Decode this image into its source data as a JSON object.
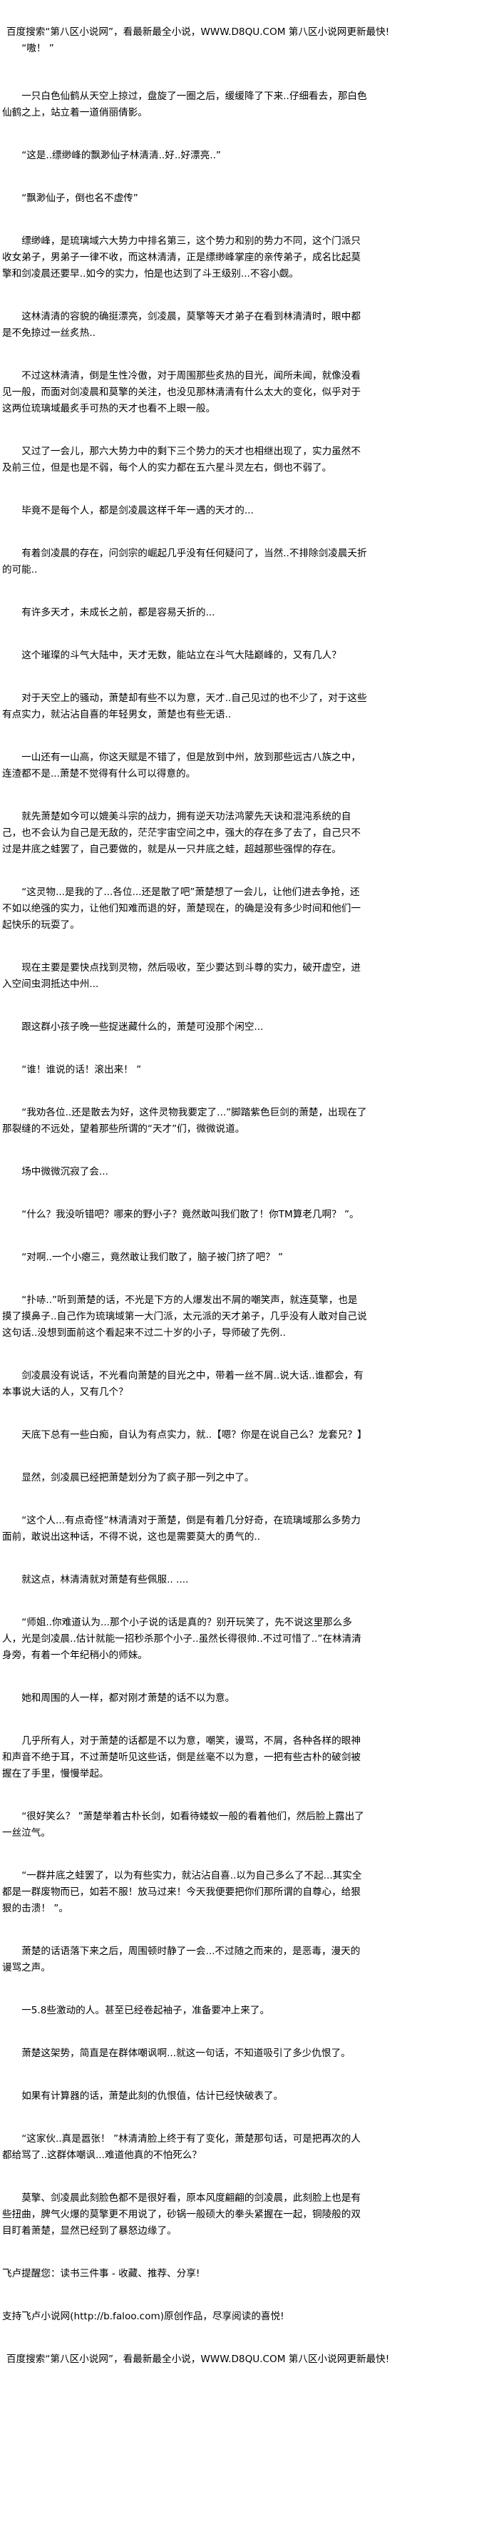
{
  "banner_top": "百度搜索“第八区小说网”，看最新最全小说，WWW.D8QU.COM   第八区小说网更新最快!",
  "paragraphs": [
    "“嗷！ ”",
    "一只白色仙鹤从天空上掠过，盘旋了一圈之后，缓缓降了下来..仔细看去，那白色仙鹤之上，站立着一道俏丽倩影。",
    "“这是..缥缈峰的飘渺仙子林清清..好..好漂亮..”",
    "“飘渺仙子，倒也名不虚传”",
    "缥缈峰，是琉璃域六大势力中排名第三，这个势力和别的势力不同，这个门派只收女弟子，男弟子一律不收，而这林清清，正是缥缈峰掌座的亲传弟子，成名比起莫擎和剑凌晨还要早..如今的实力，怕是也达到了斗王级别...不容小觑。",
    "这林清清的容貌的确挺漂亮，剑凌晨，莫擎等天才弟子在看到林清清时，眼中都是不免掠过一丝炙热..",
    "不过这林清清，倒是生性冷傲，对于周围那些炙热的目光，闻所未闻，就像没看见一般，而面对剑凌晨和莫擎的关注，也没见那林清清有什么太大的变化，似乎对于这两位琉璃域最炙手可热的天才也看不上眼一般。",
    "又过了一会儿，那六大势力中的剩下三个势力的天才也相继出现了，实力虽然不及前三位，但是也是不弱，每个人的实力都在五六星斗灵左右，倒也不弱了。",
    "毕竟不是每个人，都是剑凌晨这样千年一遇的天才的...",
    "有着剑凌晨的存在，问剑宗的崛起几乎没有任何疑问了，当然..不排除剑凌晨夭折的可能..",
    "有许多天才，未成长之前，都是容易夭折的...",
    "这个璀璨的斗气大陆中，天才无数，能站立在斗气大陆巅峰的，又有几人？",
    "对于天空上的骚动，萧楚却有些不以为意，天才..自己见过的也不少了，对于这些有点实力，就沾沾自喜的年轻男女，萧楚也有些无语..",
    "一山还有一山高，你这天赋是不错了，但是放到中州，放到那些远古八族之中，连渣都不是...萧楚不觉得有什么可以得意的。",
    "就先萧楚如今可以媲美斗宗的战力，拥有逆天功法鸿蒙先天诀和混沌系统的自己，也不会认为自己是无敌的，茫茫宇宙空间之中，强大的存在多了去了，自己只不过是井底之蛙罢了，自己要做的，就是从一只井底之蛙，超越那些强悍的存在。",
    "“这灵物...是我的了...各位...还是散了吧”萧楚想了一会儿，让他们进去争抢，还不如以绝强的实力，让他们知难而退的好，萧楚现在，的确是没有多少时间和他们一起快乐的玩耍了。",
    "现在主要是要快点找到灵物，然后吸收，至少要达到斗尊的实力，破开虚空，进入空间虫洞抵达中州...",
    "跟这群小孩子晚一些捉迷藏什么的，萧楚可没那个闲空...",
    "“谁！谁说的话！滚出来！ ”",
    "“我劝各位..还是散去为好，这件灵物我要定了...”脚踏紫色巨剑的萧楚，出现在了那裂缝的不远处，望着那些所谓的“天才”们，微微说道。",
    "场中微微沉寂了会...",
    "“什么？我没听错吧？哪来的野小子？竟然敢叫我们散了！你TM算老几啊？ ”。",
    "“对啊..一个小瘪三，竟然敢让我们散了，脑子被门挤了吧？ ”",
    "“扑哧..”听到萧楚的话，不光是下方的人爆发出不屑的嘲笑声，就连莫擎，也是摸了摸鼻子..自己作为琉璃域第一大门派，太元派的天才弟子，几乎没有人敢对自己说这句话..没想到面前这个看起来不过二十岁的小子，导师破了先例..",
    "剑凌晨没有说话，不光看向萧楚的目光之中，带着一丝不屑..说大话..谁都会，有本事说大话的人，又有几个？",
    "天底下总有一些白痴，自认为有点实力，就..【嗯？你是在说自己么？龙套兄？】",
    "显然，剑凌晨已经把萧楚划分为了疯子那一列之中了。",
    "“这个人...有点奇怪”林清清对于萧楚，倒是有着几分好奇，在琉璃域那么多势力面前，敢说出这种话，不得不说，这也是需要莫大的勇气的..",
    "就这点，林清清就对萧楚有些佩服.. ....",
    "“师姐..你难道认为...那个小子说的话是真的？别开玩笑了，先不说这里那么多人，光是剑凌晨..估计就能一招秒杀那个小子..虽然长得很帅..不过可惜了..”在林清清身旁，有着一个年纪稍小的师妹。",
    "她和周围的人一样，都对刚才萧楚的话不以为意。",
    "几乎所有人，对于萧楚的话都是不以为意，嘲笑，谩骂，不屑，各种各样的眼神和声音不绝于耳，不过萧楚听见这些话，倒是丝毫不以为意，一把有些古朴的破剑被握在了手里，慢慢举起。",
    "“很好笑么？ ”萧楚举着古朴长剑，如看待蝼蚁一般的看着他们，然后脸上露出了一丝泣气。",
    "“一群井底之蛙罢了，以为有些实力，就沾沾自喜..以为自己多么了不起...其实全都是一群废物而已，如若不服！放马过来！今天我便要把你们那所谓的自尊心，给狠狠的击溃！ ”。",
    "萧楚的话语落下来之后，周围顿时静了一会...不过随之而来的，是恶毒，漫天的谩骂之声。",
    "一5.8些激动的人。甚至已经卷起袖子，准备要冲上来了。",
    "萧楚这架势，简直是在群体嘲讽啊...就这一句话，不知道吸引了多少仇恨了。",
    "如果有计算器的话，萧楚此刻的仇恨值，估计已经快破表了。",
    "“这家伙..真是嚣张！ ”林清清脸上终于有了变化，萧楚那句话，可是把再次的人都给骂了..这群体嘲讽...难道他真的不怕死么？",
    "莫擎、剑凌晨此刻脸色都不是很好看，原本风度翩翩的剑凌晨，此刻脸上也是有些扭曲，脾气火爆的莫擎更不用说了，砂锅一般硕大的拳头紧握在一起，铜陵般的双目盯着萧楚，显然已经到了暴怒边缘了。"
  ],
  "footer": {
    "reminder": "飞卢提醒您：读书三件事 - 收藏、推荐、分享!",
    "support": "支持飞卢小说网(http://b.faloo.com)原创作品，尽享阅读的喜悦!",
    "banner_bottom": "百度搜索“第八区小说网”，看最新最全小说，WWW.D8QU.COM   第八区小说网更新最快!"
  }
}
